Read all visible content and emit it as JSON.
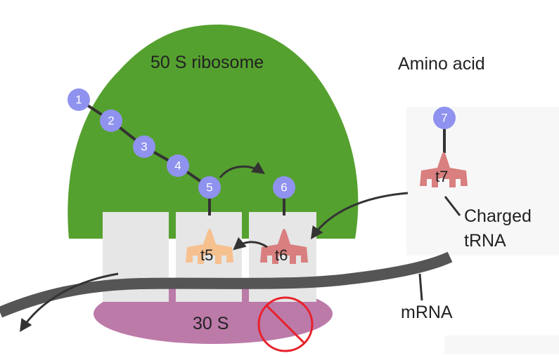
{
  "labels": {
    "large_subunit": "50 S ribosome",
    "small_subunit": "30 S",
    "amino_acid": "Amino acid",
    "charged_trna_line1": "Charged",
    "charged_trna_line2": "tRNA",
    "mrna": "mRNA"
  },
  "peptide_chain": {
    "residues": [
      "1",
      "2",
      "3",
      "4",
      "5"
    ]
  },
  "trnas": [
    {
      "label": "t5",
      "residue": "5",
      "color": "#f6c08f"
    },
    {
      "label": "t6",
      "residue": "6",
      "color": "#d97f7f"
    },
    {
      "label": "t7",
      "residue": "7",
      "color": "#d97f7f"
    }
  ],
  "colors": {
    "large_subunit": "#55a12f",
    "small_subunit": "#bc7aa9",
    "slot": "#e6e6e6",
    "residue": "#8f92ee",
    "mrna": "#555555",
    "no_symbol": "#e8212a",
    "panel": "#f7f7f7"
  },
  "icons": {
    "trna": "trna-shape-icon",
    "blocked": "prohibited-icon"
  }
}
